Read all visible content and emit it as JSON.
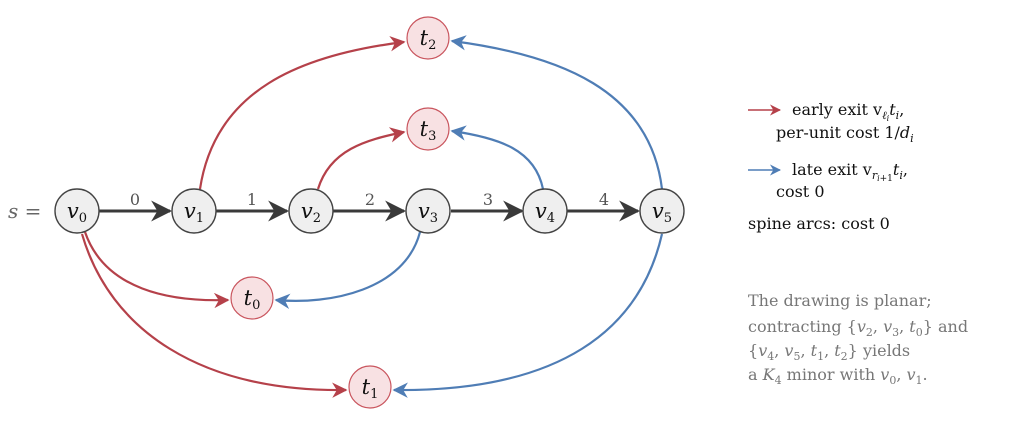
{
  "source_label": "s =",
  "nodes": {
    "v0": {
      "base": "v",
      "sub": "0"
    },
    "v1": {
      "base": "v",
      "sub": "1"
    },
    "v2": {
      "base": "v",
      "sub": "2"
    },
    "v3": {
      "base": "v",
      "sub": "3"
    },
    "v4": {
      "base": "v",
      "sub": "4"
    },
    "v5": {
      "base": "v",
      "sub": "5"
    },
    "t0": {
      "base": "t",
      "sub": "0"
    },
    "t1": {
      "base": "t",
      "sub": "1"
    },
    "t2": {
      "base": "t",
      "sub": "2"
    },
    "t3": {
      "base": "t",
      "sub": "3"
    }
  },
  "spine_labels": [
    "0",
    "1",
    "2",
    "3",
    "4"
  ],
  "colors": {
    "early": "#b5414a",
    "late": "#4f7db5",
    "spine": "#3a3a3a",
    "spine_node_fill": "#efefef",
    "terminal_fill": "#f8e1e3",
    "terminal_stroke": "#c9555e",
    "note": "#777777"
  },
  "legend": {
    "early_line1": "early exit v",
    "early_line1_sub": "ℓ",
    "early_line1_subsub": "i",
    "early_line1_t": "t",
    "early_line1_t_sub": "i",
    "early_line1_end": ",",
    "early_line2_prefix": "per-unit cost 1/",
    "early_line2_d": "d",
    "early_line2_d_sub": "i",
    "late_line1": "late exit v",
    "late_line1_sub": "r",
    "late_line1_subsub": "i",
    "late_line1_subtail": "+1",
    "late_line1_t": "t",
    "late_line1_t_sub": "i",
    "late_line1_end": ",",
    "late_line2": "cost 0",
    "spine": "spine arcs: cost 0"
  },
  "note": {
    "line1": "The drawing is planar;",
    "line2_a": "contracting {",
    "line2_v2": "v",
    "line2_v2_sub": "2",
    "line2_comma1": ", ",
    "line2_v3": "v",
    "line2_v3_sub": "3",
    "line2_comma2": ", ",
    "line2_t0": "t",
    "line2_t0_sub": "0",
    "line2_b": "} and",
    "line3_a": "{",
    "line3_v4": "v",
    "line3_v4_sub": "4",
    "line3_c1": ", ",
    "line3_v5": "v",
    "line3_v5_sub": "5",
    "line3_c2": ", ",
    "line3_t1": "t",
    "line3_t1_sub": "1",
    "line3_c3": ", ",
    "line3_t2": "t",
    "line3_t2_sub": "2",
    "line3_b": "} yields",
    "line4_a": "a ",
    "line4_K": "K",
    "line4_K_sub": "4",
    "line4_b": " minor with ",
    "line4_v0": "v",
    "line4_v0_sub": "0",
    "line4_c": ", ",
    "line4_v1": "v",
    "line4_v1_sub": "1",
    "line4_end": "."
  }
}
